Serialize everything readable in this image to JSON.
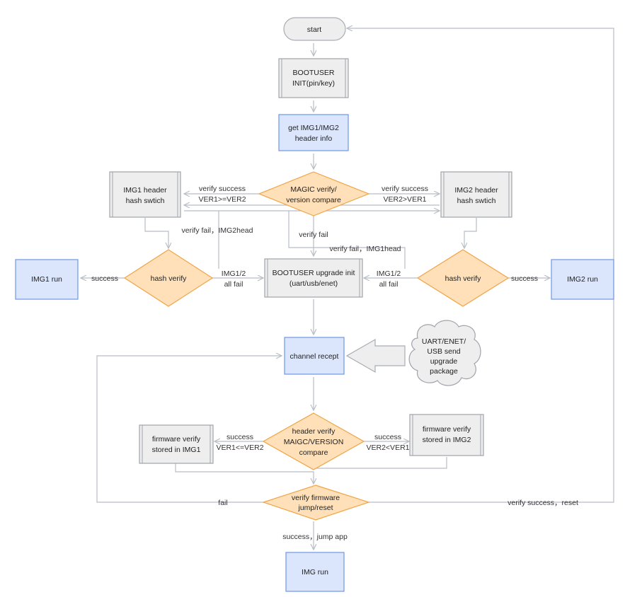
{
  "nodes": {
    "start": {
      "lines": [
        "start"
      ]
    },
    "bootuser_init": {
      "lines": [
        "BOOTUSER",
        "INIT(pin/key)"
      ]
    },
    "get_header": {
      "lines": [
        "get IMG1/IMG2",
        "header info"
      ]
    },
    "magic_verify": {
      "lines": [
        "MAGIC verify/",
        "version compare"
      ]
    },
    "img1_hash_switch": {
      "lines": [
        "IMG1 header",
        "hash swtich"
      ]
    },
    "img2_hash_switch": {
      "lines": [
        "IMG2 header",
        "hash swtich"
      ]
    },
    "img1_hash_verify": {
      "lines": [
        "hash verify"
      ]
    },
    "img2_hash_verify": {
      "lines": [
        "hash verify"
      ]
    },
    "img1_run": {
      "lines": [
        "IMG1 run"
      ]
    },
    "img2_run": {
      "lines": [
        "IMG2 run"
      ]
    },
    "upgrade_init": {
      "lines": [
        "BOOTUSER upgrade init",
        "(uart/usb/enet)"
      ]
    },
    "channel_recept": {
      "lines": [
        "channel recept"
      ]
    },
    "send_package": {
      "lines": [
        "UART/ENET/",
        "USB send",
        "upgrade",
        "package"
      ]
    },
    "header_verify": {
      "lines": [
        "header verify",
        "MAIGC/VERSION",
        "compare"
      ]
    },
    "fw_store_img1": {
      "lines": [
        "firmware verify",
        "stored in IMG1"
      ]
    },
    "fw_store_img2": {
      "lines": [
        "firmware verify",
        "stored in IMG2"
      ]
    },
    "verify_firmware": {
      "lines": [
        "verify  firmware",
        "jump/reset"
      ]
    },
    "img_run": {
      "lines": [
        "IMG run"
      ]
    }
  },
  "edge_labels": {
    "verify_success_left": [
      "verify success",
      "VER1>=VER2"
    ],
    "verify_success_right": [
      "verify success",
      "VER2>VER1"
    ],
    "verify_fail_img2head": [
      "verify fail，IMG2head"
    ],
    "verify_fail": [
      "verify fail"
    ],
    "verify_fail_img1head": [
      "verify fail，IMG1head"
    ],
    "img1_success": [
      "success"
    ],
    "img2_success": [
      "success"
    ],
    "all_fail_left": [
      "IMG1/2",
      "all fail"
    ],
    "all_fail_right": [
      "IMG1/2",
      "all fail"
    ],
    "hv_success_left": [
      "success",
      "VER1<=VER2"
    ],
    "hv_success_right": [
      "success",
      "VER2<VER1"
    ],
    "fail": [
      "fail"
    ],
    "verify_success_reset": [
      "verify success，reset"
    ],
    "success_jump_app": [
      "success，jump app"
    ]
  },
  "colors": {
    "process_fill": "#eeeeee",
    "process_stroke": "#a0a4aa",
    "highlight_fill": "#dbe6fd",
    "highlight_stroke": "#6f96e4",
    "decision_fill": "#ffe0b8",
    "decision_stroke": "#f0a447",
    "edge": "#b8bec6"
  }
}
